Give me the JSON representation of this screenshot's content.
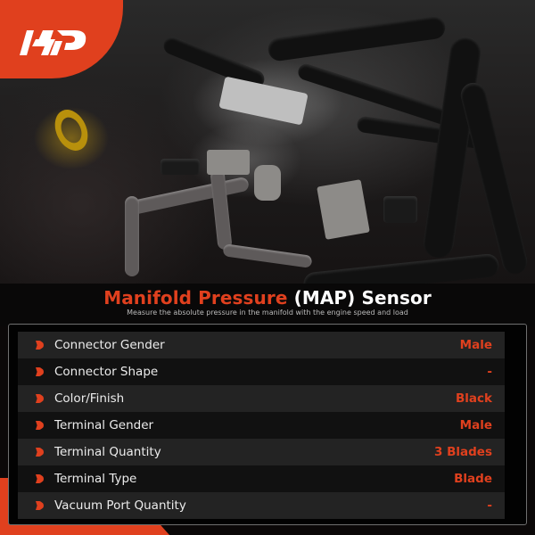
{
  "brand": {
    "logo_text": "A-P",
    "accent_color": "#e0401e"
  },
  "hero": {
    "image_description": "engine-bay-map-sensor-photo"
  },
  "header": {
    "title_accent": "Manifold Pressure",
    "title_rest": " (MAP) Sensor",
    "subtitle": "Measure the absolute pressure in the manifold with the engine speed and load"
  },
  "specs": [
    {
      "label": "Connector Gender",
      "value": "Male"
    },
    {
      "label": "Connector Shape",
      "value": "-"
    },
    {
      "label": "Color/Finish",
      "value": "Black"
    },
    {
      "label": "Terminal Gender",
      "value": "Male"
    },
    {
      "label": "Terminal Quantity",
      "value": "3 Blades"
    },
    {
      "label": "Terminal Type",
      "value": "Blade"
    },
    {
      "label": "Vacuum Port Quantity",
      "value": "-"
    }
  ]
}
